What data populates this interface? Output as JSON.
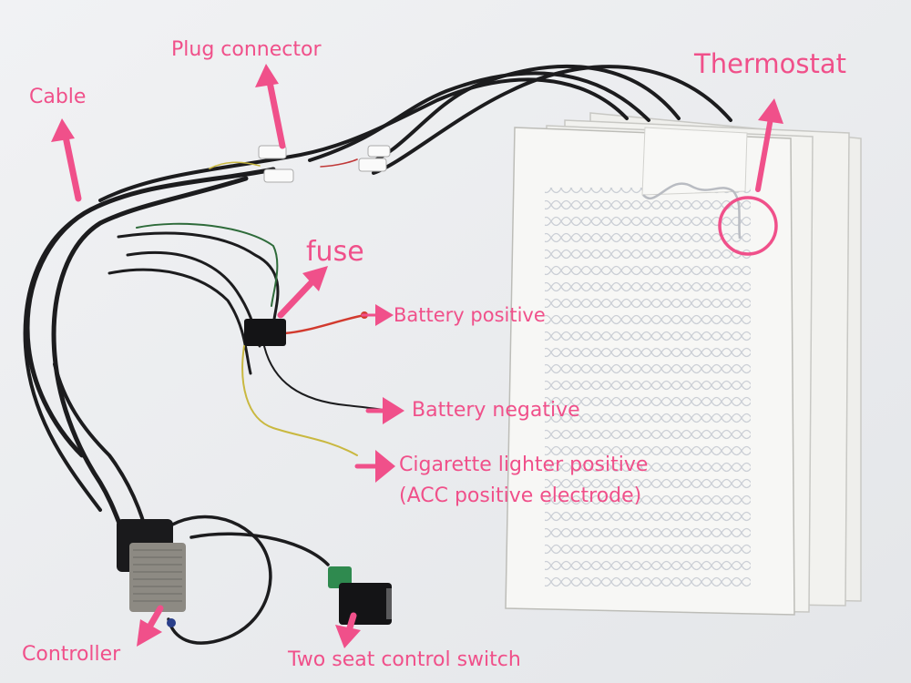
{
  "colors": {
    "annotation": "#f0508a",
    "background": "#ecedef",
    "pad": "#f6f6f4",
    "wire": "#1c1c1e"
  },
  "labels": {
    "plug_connector": "Plug connector",
    "cable": "Cable",
    "thermostat": "Thermostat",
    "fuse": "fuse",
    "battery_positive": "Battery positive",
    "battery_negative": "Battery negative",
    "cigarette_line1": "Cigarette lighter positive",
    "cigarette_line2": "(ACC  positive electrode)",
    "controller": "Controller",
    "switch": "Two seat control switch"
  }
}
